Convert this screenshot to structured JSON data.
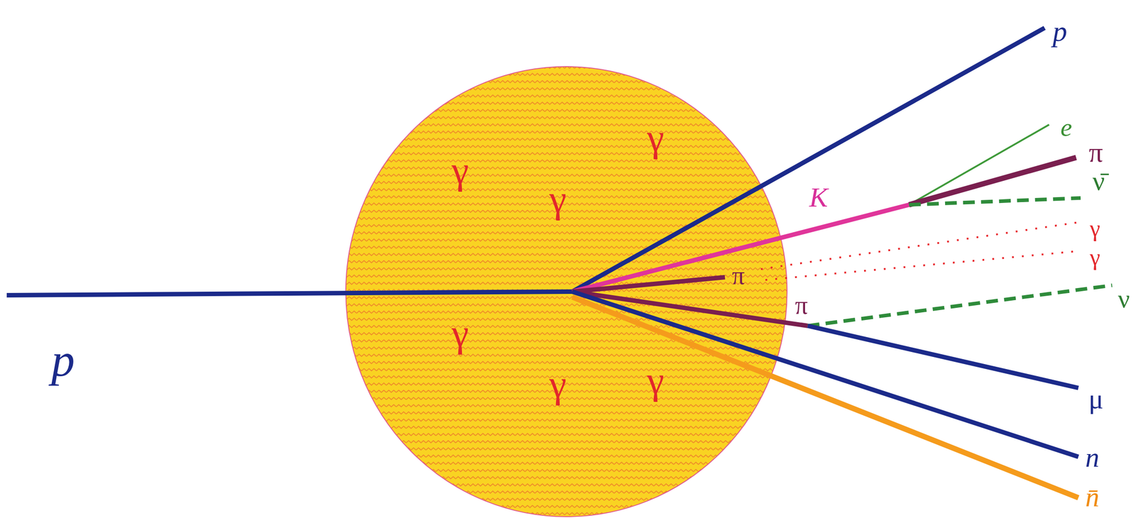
{
  "diagram": {
    "nodes": [
      {
        "text": [
          "γ",
          "γ",
          "γ",
          "γ",
          "γ",
          "γ"
        ]
      }
    ],
    "labels": [
      "p",
      "p",
      "e",
      "π",
      "ν̄",
      "γ",
      "γ",
      "ν",
      "μ",
      "n",
      "n̄",
      "K",
      "π",
      "π"
    ]
  }
}
